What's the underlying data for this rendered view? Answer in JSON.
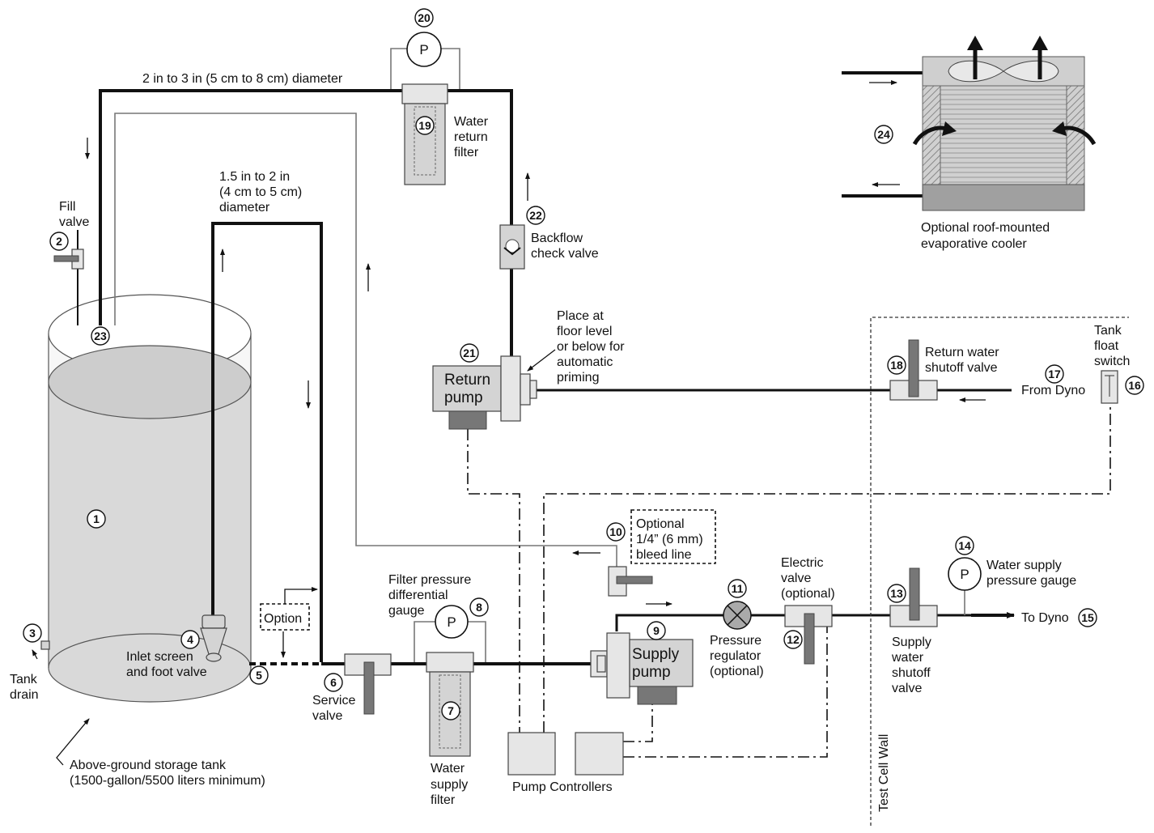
{
  "labels": {
    "pipe_large": "2 in to 3 in (5 cm to 8 cm) diameter",
    "pipe_small_l1": "1.5 in to 2 in",
    "pipe_small_l2": "(4 cm to 5 cm)",
    "pipe_small_l3": "diameter",
    "fill_valve_l1": "Fill",
    "fill_valve_l2": "valve",
    "water_return_filter_l1": "Water",
    "water_return_filter_l2": "return",
    "water_return_filter_l3": "filter",
    "backflow_l1": "Backflow",
    "backflow_l2": "check valve",
    "place_l1": "Place at",
    "place_l2": "floor level",
    "place_l3": "or below for",
    "place_l4": "automatic",
    "place_l5": "priming",
    "return_pump_l1": "Return",
    "return_pump_l2": "pump",
    "return_shutoff_l1": "Return water",
    "return_shutoff_l2": "shutoff valve",
    "from_dyno": "From Dyno",
    "tank_float_l1": "Tank",
    "tank_float_l2": "float",
    "tank_float_l3": "switch",
    "cooler_l1": "Optional roof-mounted",
    "cooler_l2": "evaporative cooler",
    "bleed_l1": "Optional",
    "bleed_l2": "1/4” (6 mm)",
    "bleed_l3": "bleed line",
    "filter_gauge_l1": "Filter pressure",
    "filter_gauge_l2": "differential",
    "filter_gauge_l3": "gauge",
    "option": "Option",
    "inlet_l1": "Inlet screen",
    "inlet_l2": "and foot valve",
    "tank_drain_l1": "Tank",
    "tank_drain_l2": "drain",
    "service_valve_l1": "Service",
    "service_valve_l2": "valve",
    "water_supply_filter_l1": "Water",
    "water_supply_filter_l2": "supply",
    "water_supply_filter_l3": "filter",
    "supply_pump_l1": "Supply",
    "supply_pump_l2": "pump",
    "pressure_reg_l1": "Pressure",
    "pressure_reg_l2": "regulator",
    "pressure_reg_l3": "(optional)",
    "electric_valve_l1": "Electric",
    "electric_valve_l2": "valve",
    "electric_valve_l3": "(optional)",
    "water_supply_gauge_l1": "Water supply",
    "water_supply_gauge_l2": "pressure gauge",
    "to_dyno": "To Dyno",
    "supply_shutoff_l1": "Supply",
    "supply_shutoff_l2": "water",
    "supply_shutoff_l3": "shutoff",
    "supply_shutoff_l4": "valve",
    "pump_controllers": "Pump Controllers",
    "storage_tank_l1": "Above-ground storage tank",
    "storage_tank_l2": "(1500-gallon/5500 liters minimum)",
    "test_cell_wall": "Test Cell Wall",
    "gauge_p": "P"
  },
  "callouts": {
    "n1": "1",
    "n2": "2",
    "n3": "3",
    "n4": "4",
    "n5": "5",
    "n6": "6",
    "n7": "7",
    "n8": "8",
    "n9": "9",
    "n10": "10",
    "n11": "11",
    "n12": "12",
    "n13": "13",
    "n14": "14",
    "n15": "15",
    "n16": "16",
    "n17": "17",
    "n18": "18",
    "n19": "19",
    "n20": "20",
    "n21": "21",
    "n22": "22",
    "n23": "23",
    "n24": "24"
  },
  "colors": {
    "pipe": "#111111",
    "component": "#d4d4d4",
    "component_dark": "#777777",
    "tank_fill": "#d9d9d9"
  }
}
